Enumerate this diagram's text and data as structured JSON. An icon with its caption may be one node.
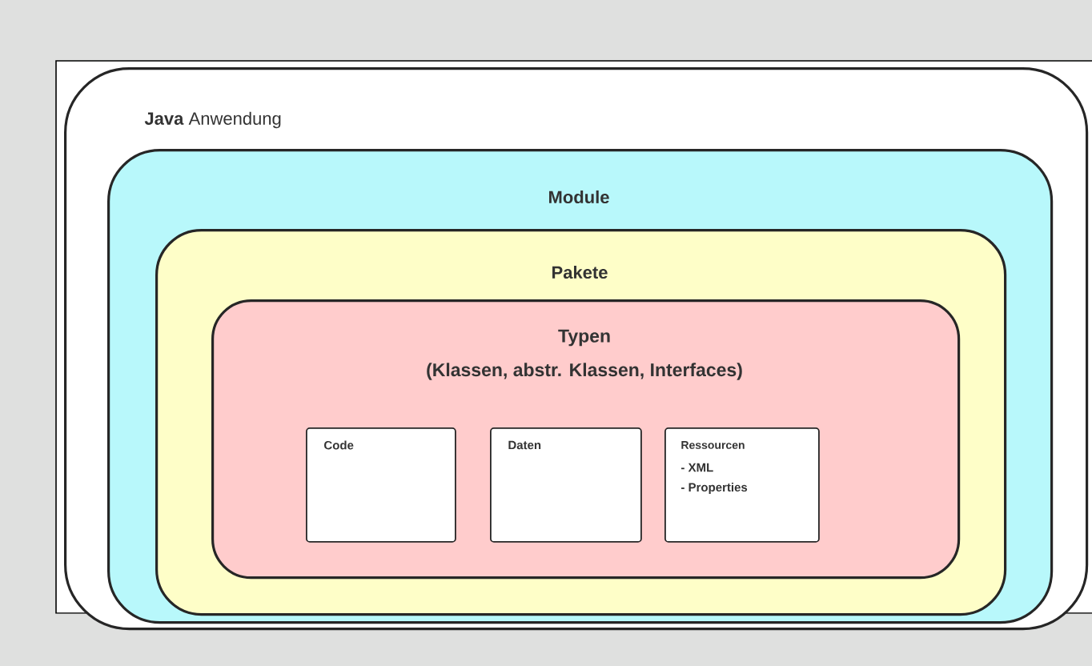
{
  "diagram": {
    "nodes": [
      {
        "text": [
          "**Java** Anwendung"
        ]
      },
      {
        "text": [
          "Module"
        ],
        "in": 0
      },
      {
        "text": [
          "Pakete"
        ],
        "in": 1
      },
      {
        "text": [
          "Typen",
          "(Klassen, abstr. Klassen, Interfaces)"
        ],
        "in": 2
      },
      {
        "text": [
          "Code"
        ],
        "in": 3
      },
      {
        "text": [
          "Daten"
        ],
        "in": 3
      },
      {
        "text": [
          "Ressourcen",
          "- XML",
          "- Properties"
        ],
        "in": 3
      }
    ]
  }
}
